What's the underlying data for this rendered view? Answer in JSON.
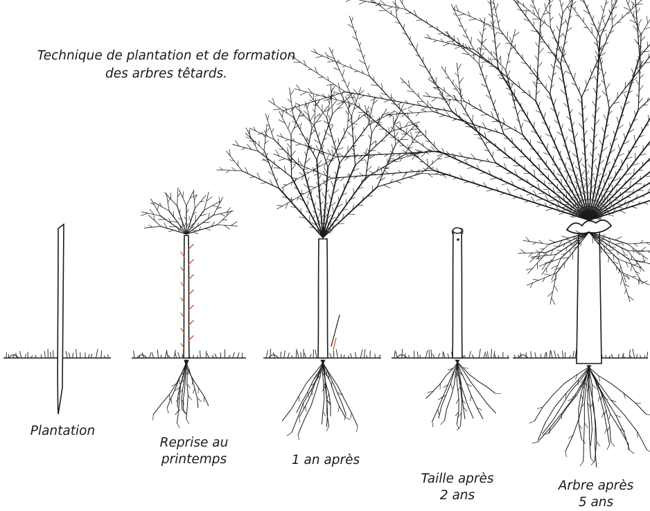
{
  "title": [
    "Technique de plantation et de formation",
    "des arbres têtards."
  ],
  "stages": [
    {
      "caption": [
        "Plantation"
      ]
    },
    {
      "caption": [
        "Reprise au",
        "printemps"
      ]
    },
    {
      "caption": [
        "1 an après"
      ]
    },
    {
      "caption": [
        "Taille après",
        "2 ans"
      ]
    },
    {
      "caption": [
        "Arbre après",
        "5 ans"
      ]
    }
  ],
  "colors": {
    "ink": "#1a1a1a",
    "buds": "#d9532b",
    "background": "#ffffff"
  }
}
